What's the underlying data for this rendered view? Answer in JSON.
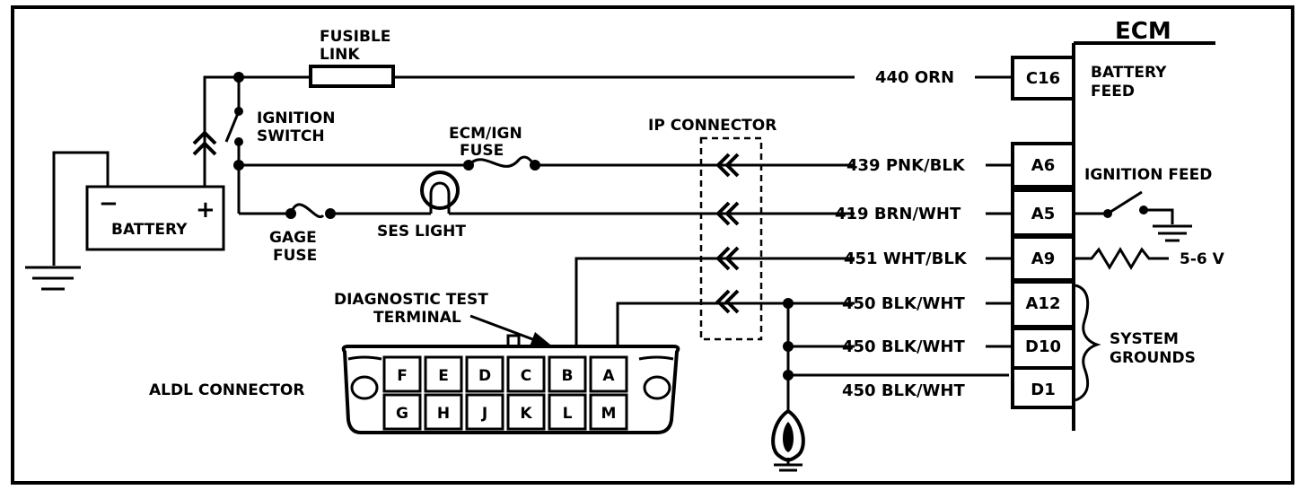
{
  "labels": {
    "fusible_link": [
      "FUSIBLE",
      "LINK"
    ],
    "ignition_switch": [
      "IGNITION",
      "SWITCH"
    ],
    "ecm_ign_fuse": [
      "ECM/IGN",
      "FUSE"
    ],
    "ip_connector": "IP CONNECTOR",
    "ses_light": "SES LIGHT",
    "gage_fuse": [
      "GAGE",
      "FUSE"
    ],
    "battery": "BATTERY",
    "battery_minus": "−",
    "battery_plus": "+",
    "diagnostic_test_terminal": [
      "DIAGNOSTIC TEST",
      "TERMINAL"
    ],
    "aldl_connector": "ALDL CONNECTOR",
    "ecm": "ECM",
    "battery_feed": [
      "BATTERY",
      "FEED"
    ],
    "ignition_feed": "IGNITION FEED",
    "five_six_v": "5-6 V",
    "system_grounds": [
      "SYSTEM",
      "GROUNDS"
    ]
  },
  "wires": [
    "440 ORN",
    "439 PNK/BLK",
    "419 BRN/WHT",
    "451 WHT/BLK",
    "450 BLK/WHT",
    "450 BLK/WHT",
    "450 BLK/WHT"
  ],
  "ecm_pins": [
    "C16",
    "A6",
    "A5",
    "A9",
    "A12",
    "D10",
    "D1"
  ],
  "aldl_pins": {
    "top": [
      "F",
      "E",
      "D",
      "C",
      "B",
      "A"
    ],
    "bottom": [
      "G",
      "H",
      "J",
      "K",
      "L",
      "M"
    ]
  }
}
